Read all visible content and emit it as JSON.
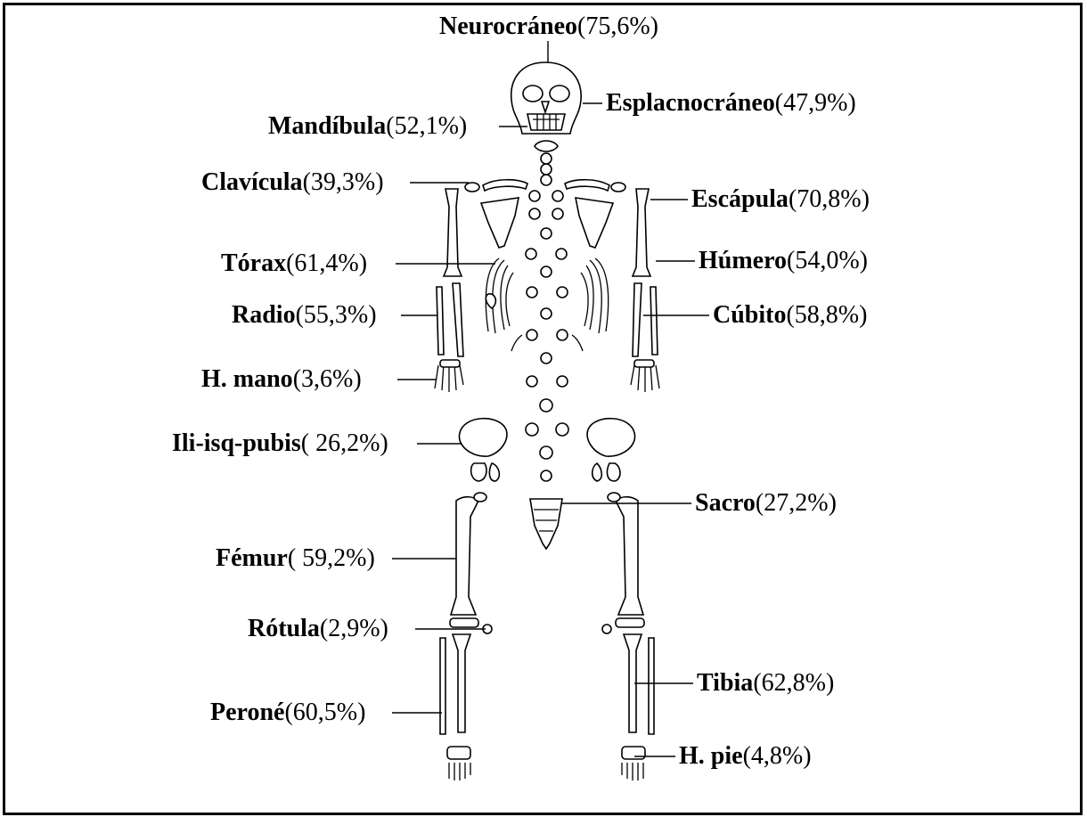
{
  "labels": {
    "neurocraneo": {
      "name": "Neurocráneo",
      "pct": "(75,6%)"
    },
    "esplacnocraneo": {
      "name": "Esplacnocráneo",
      "pct": "(47,9%)"
    },
    "mandibula": {
      "name": "Mandíbula",
      "pct": "(52,1%)"
    },
    "clavicula": {
      "name": "Clavícula",
      "pct": "(39,3%)"
    },
    "escapula": {
      "name": "Escápula",
      "pct": "(70,8%)"
    },
    "torax": {
      "name": "Tórax",
      "pct": "(61,4%)"
    },
    "humero": {
      "name": "Húmero",
      "pct": "(54,0%)"
    },
    "radio": {
      "name": "Radio",
      "pct": "(55,3%)"
    },
    "cubito": {
      "name": "Cúbito",
      "pct": "(58,8%)"
    },
    "hmano": {
      "name": "H. mano",
      "pct": "(3,6%)"
    },
    "ilisqpubis": {
      "name": "Ili-isq-pubis",
      "pct": "( 26,2%)"
    },
    "sacro": {
      "name": "Sacro",
      "pct": "(27,2%)"
    },
    "femur": {
      "name": "Fémur",
      "pct": "( 59,2%)"
    },
    "rotula": {
      "name": "Rótula",
      "pct": "(2,9%)"
    },
    "tibia": {
      "name": "Tibia",
      "pct": "(62,8%)"
    },
    "perone": {
      "name": "Peroné",
      "pct": "(60,5%)"
    },
    "hpie": {
      "name": "H. pie",
      "pct": "(4,8%)"
    }
  }
}
